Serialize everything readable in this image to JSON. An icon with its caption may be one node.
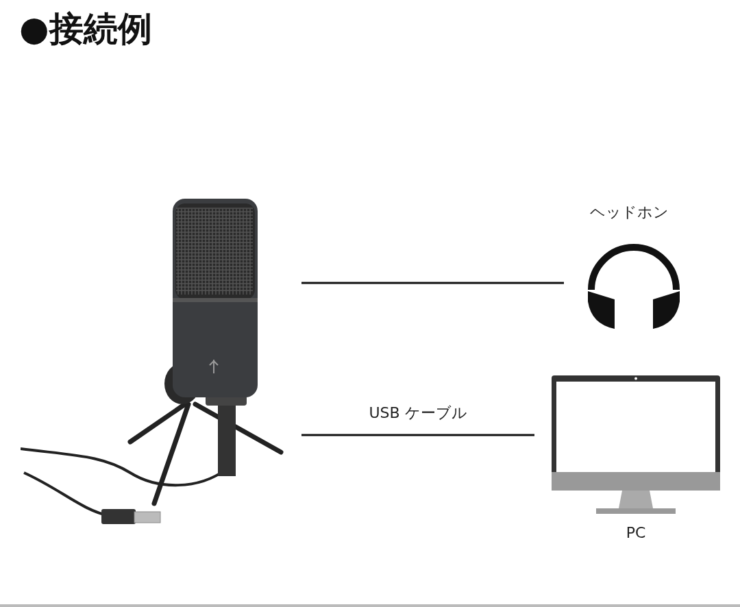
{
  "diagram": {
    "title": "●接続例",
    "nodes": [
      {
        "text": [],
        "shape": "picture"
      },
      {
        "text": [
          "ヘッドホン"
        ]
      },
      {
        "text": [
          "PC"
        ]
      }
    ],
    "edges": [
      {
        "from": 0,
        "to": 1,
        "arrow": "none"
      },
      {
        "from": 0,
        "to": 2,
        "arrow": "none",
        "label": "USB ケーブル"
      }
    ]
  }
}
